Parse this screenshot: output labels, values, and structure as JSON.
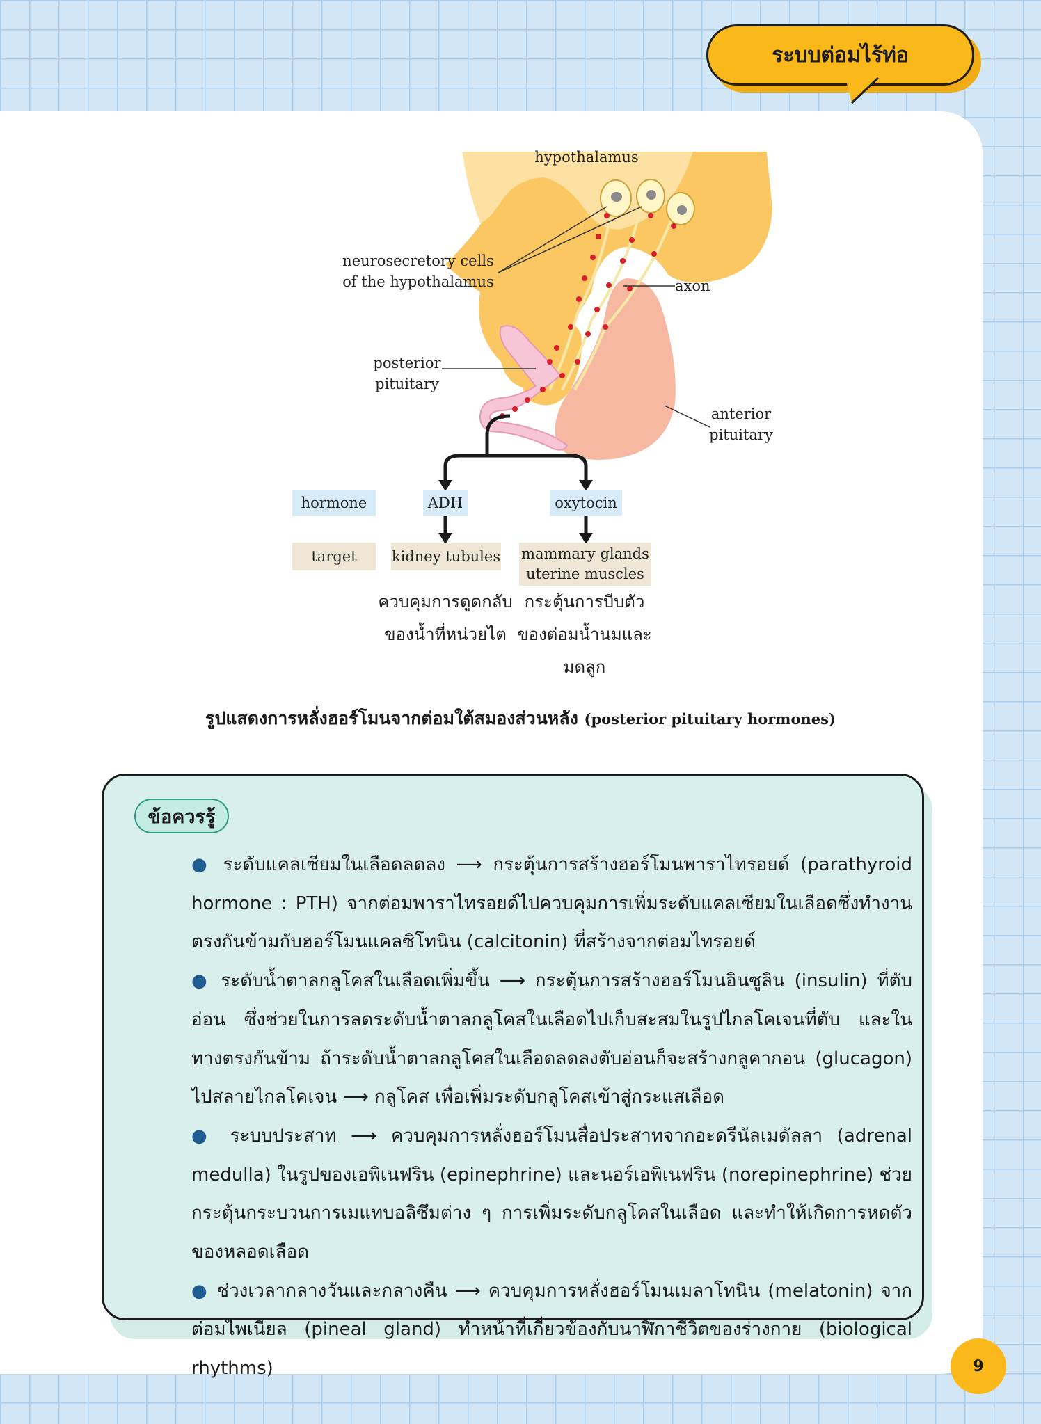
{
  "header": {
    "chapter_tab": "ระบบต่อมไร้ท่อ"
  },
  "diagram": {
    "labels": {
      "hypothalamus": "hypothalamus",
      "neurosecretory_1": "neurosecretory cells",
      "neurosecretory_2": "of the hypothalamus",
      "axon": "axon",
      "posterior_1": "posterior",
      "posterior_2": "pituitary",
      "anterior_1": "anterior",
      "anterior_2": "pituitary"
    },
    "rows": {
      "hormone_label": "hormone",
      "target_label": "target"
    },
    "hormones": [
      {
        "name": "ADH",
        "target_1": "kidney tubules",
        "target_2": "",
        "effect_1": "ควบคุมการดูดกลับ",
        "effect_2": "ของน้ำที่หน่วยไต",
        "effect_3": ""
      },
      {
        "name": "oxytocin",
        "target_1": "mammary glands",
        "target_2": "uterine muscles",
        "effect_1": "กระตุ้นการบีบตัว",
        "effect_2": "ของต่อมน้ำนมและ",
        "effect_3": "มดลูก"
      }
    ]
  },
  "caption": {
    "thai": "รูปแสดงการหลั่งฮอร์โมนจากต่อมใต้สมองส่วนหลัง",
    "english": "(posterior pituitary hormones)"
  },
  "knowledge_box": {
    "title": "ข้อควรรู้",
    "bullet": "●",
    "paragraphs": [
      "ระดับแคลเซียมในเลือดลดลง ⟶ กระตุ้นการสร้างฮอร์โมนพาราไทรอยด์ (parathyroid hormone : PTH) จากต่อมพาราไทรอยด์ไปควบคุมการเพิ่มระดับแคลเซียมในเลือดซึ่งทำงานตรงกันข้ามกับฮอร์โมนแคลซิโทนิน (calcitonin) ที่สร้างจากต่อมไทรอยด์",
      "ระดับน้ำตาลกลูโคสในเลือดเพิ่มขึ้น ⟶ กระตุ้นการสร้างฮอร์โมนอินซูลิน (insulin) ที่ตับอ่อน ซึ่งช่วยในการลดระดับน้ำตาลกลูโคสในเลือดไปเก็บสะสมในรูปไกลโคเจนที่ตับ และในทางตรงกันข้าม ถ้าระดับน้ำตาลกลูโคสในเลือดลดลงตับอ่อนก็จะสร้างกลูคากอน (glucagon) ไปสลายไกลโคเจน ⟶ กลูโคส เพื่อเพิ่มระดับกลูโคสเข้าสู่กระแสเลือด",
      "ระบบประสาท ⟶ ควบคุมการหลั่งฮอร์โมนสื่อประสาทจากอะดรีนัลเมดัลลา (adrenal medulla) ในรูปของเอพิเนฟริน (epinephrine) และนอร์เอพิเนฟริน (norepinephrine) ช่วยกระตุ้นกระบวนการเมแทบอลิซึมต่าง ๆ การเพิ่มระดับกลูโคสในเลือด และทำให้เกิดการหดตัวของหลอดเลือด",
      "ช่วงเวลากลางวันและกลางคืน ⟶ ควบคุมการหลั่งฮอร์โมนเมลาโทนิน (melatonin) จากต่อมไพเนียล (pineal gland) ทำหน้าที่เกี่ยวข้องกับนาฬิกาชีวิตของร่างกาย (biological rhythms)"
    ]
  },
  "footer": {
    "page_number": "9"
  },
  "colors": {
    "grid_background": "#d3e6f6",
    "tab_yellow": "#fbb81a",
    "card_mint": "#d9efeb",
    "hormone_box": "#d6eaf8",
    "target_box": "#efe6d6",
    "anterior_pink": "#f7b8a2",
    "hypothalamus_yellow": "#fcd47a"
  }
}
